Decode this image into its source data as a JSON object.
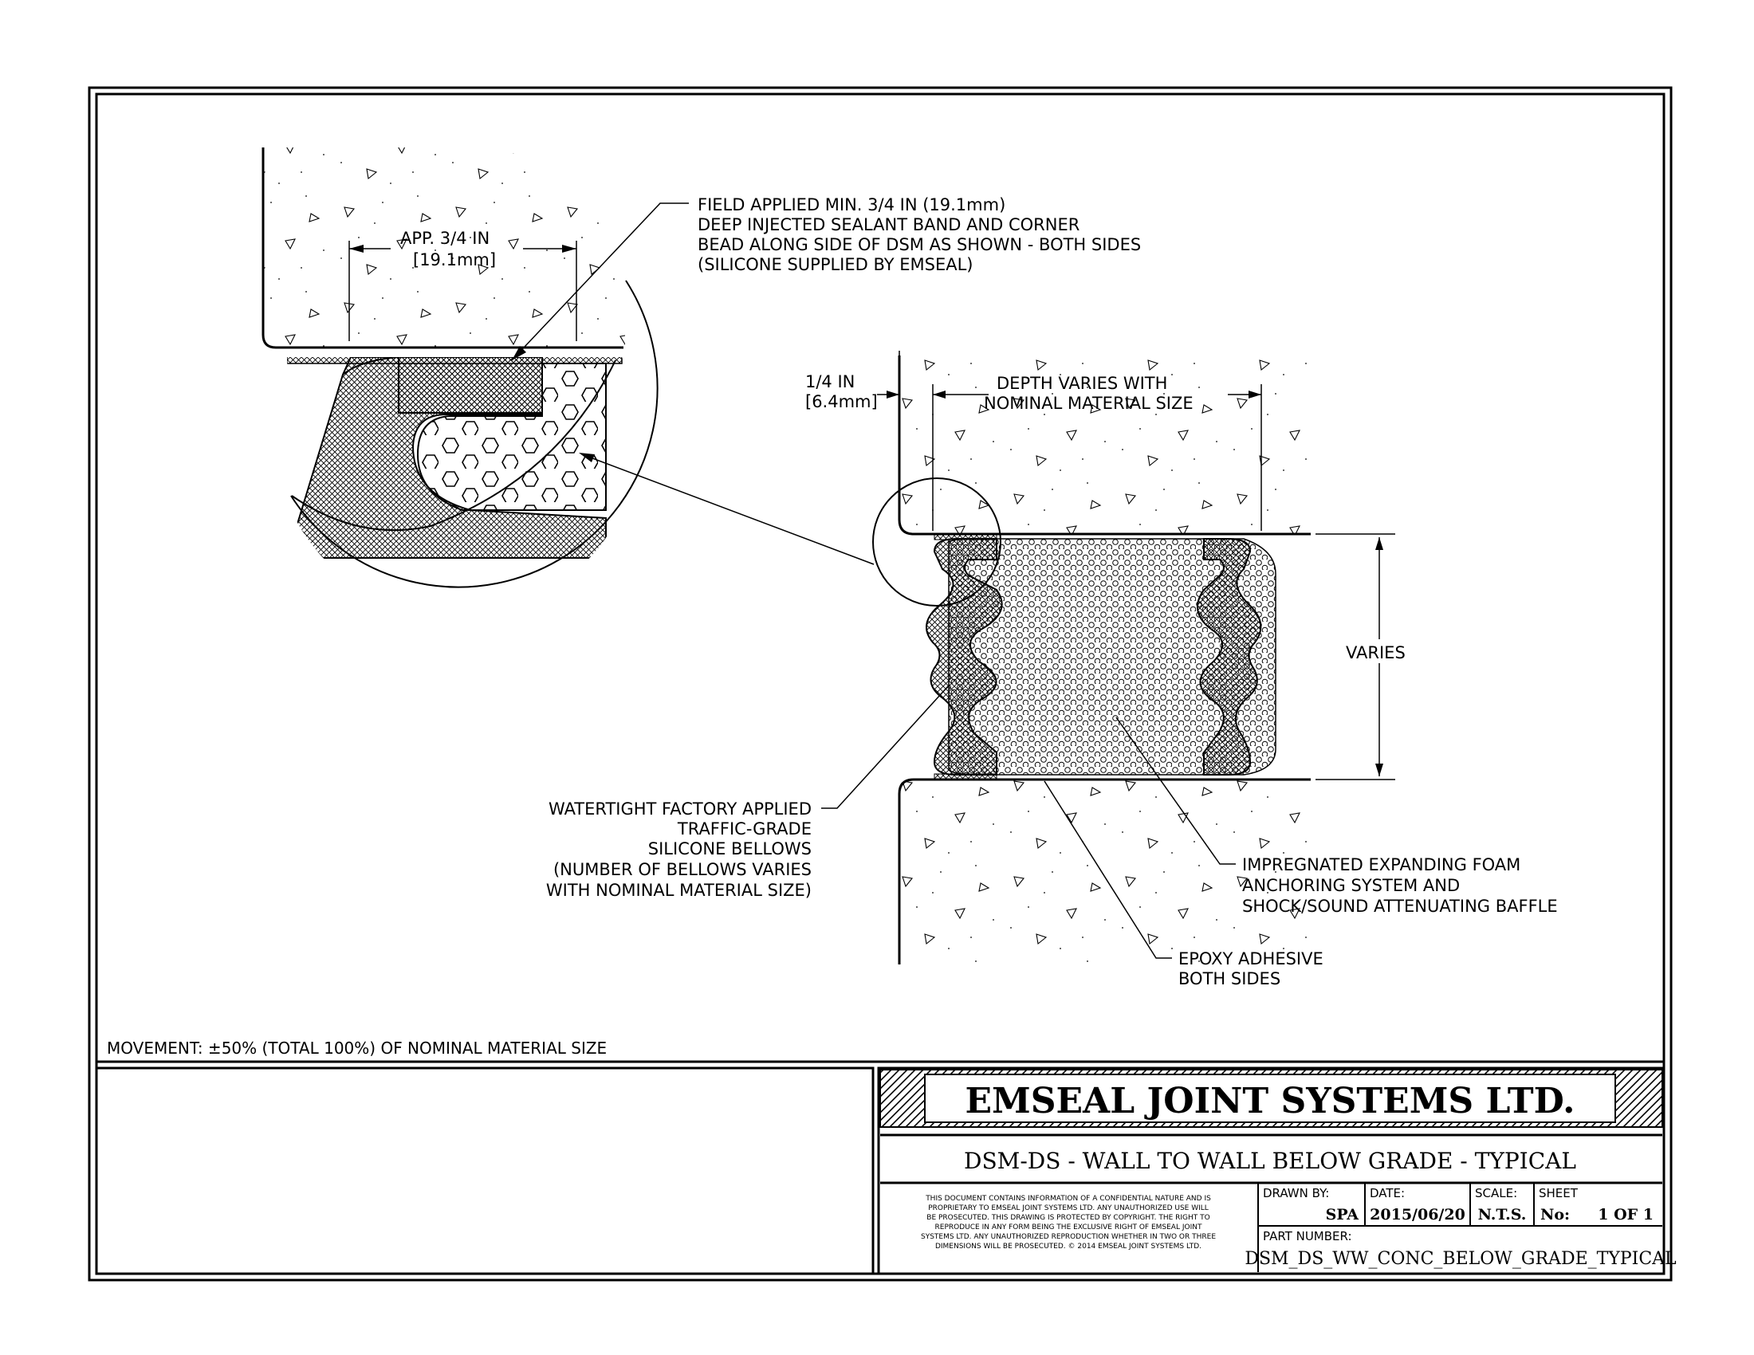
{
  "callouts": {
    "sealant_band": [
      "FIELD APPLIED MIN. 3/4 IN (19.1mm)",
      "DEEP INJECTED SEALANT BAND AND CORNER",
      "BEAD ALONG SIDE OF DSM AS SHOWN - BOTH SIDES",
      "(SILICONE SUPPLIED BY EMSEAL)"
    ],
    "bellows": [
      "WATERTIGHT FACTORY APPLIED",
      "TRAFFIC-GRADE",
      "SILICONE BELLOWS",
      "(NUMBER OF BELLOWS VARIES",
      "WITH NOMINAL MATERIAL SIZE)"
    ],
    "foam": [
      "IMPREGNATED EXPANDING FOAM",
      "ANCHORING SYSTEM AND",
      "SHOCK/SOUND ATTENUATING BAFFLE"
    ],
    "epoxy": [
      "EPOXY ADHESIVE",
      "BOTH SIDES"
    ]
  },
  "dimensions": {
    "app_depth_line1": "APP. 3/4 IN",
    "app_depth_line2": "[19.1mm]",
    "gap_line1": "1/4 IN",
    "gap_line2": "[6.4mm]",
    "depth_line1": "DEPTH VARIES WITH",
    "depth_line2": "NOMINAL MATERIAL SIZE",
    "varies": "VARIES"
  },
  "movement_note": "MOVEMENT: ±50% (TOTAL 100%) OF NOMINAL MATERIAL SIZE",
  "title_block": {
    "company": "EMSEAL JOINT SYSTEMS LTD.",
    "drawing_title": "DSM-DS - WALL TO WALL BELOW GRADE - TYPICAL",
    "confidential": [
      "THIS DOCUMENT CONTAINS INFORMATION OF A CONFIDENTIAL NATURE AND IS",
      "PROPRIETARY TO EMSEAL JOINT SYSTEMS LTD. ANY UNAUTHORIZED USE WILL",
      "BE PROSECUTED. THIS DRAWING IS PROTECTED BY COPYRIGHT. THE RIGHT TO",
      "REPRODUCE IN ANY FORM BEING THE EXCLUSIVE RIGHT OF EMSEAL JOINT",
      "SYSTEMS LTD. ANY UNAUTHORIZED REPRODUCTION WHETHER IN TWO OR THREE",
      "DIMENSIONS WILL BE PROSECUTED. © 2014 EMSEAL JOINT SYSTEMS LTD."
    ],
    "drawn_by_label": "DRAWN BY:",
    "drawn_by": "SPA",
    "date_label": "DATE:",
    "date": "2015/06/20",
    "scale_label": "SCALE:",
    "scale": "N.T.S.",
    "sheet_label": "SHEET",
    "sheet_no_label": "No:",
    "sheet": "1 OF 1",
    "part_number_label": "PART NUMBER:",
    "part_number": "DSM_DS_WW_CONC_BELOW_GRADE_TYPICAL"
  }
}
